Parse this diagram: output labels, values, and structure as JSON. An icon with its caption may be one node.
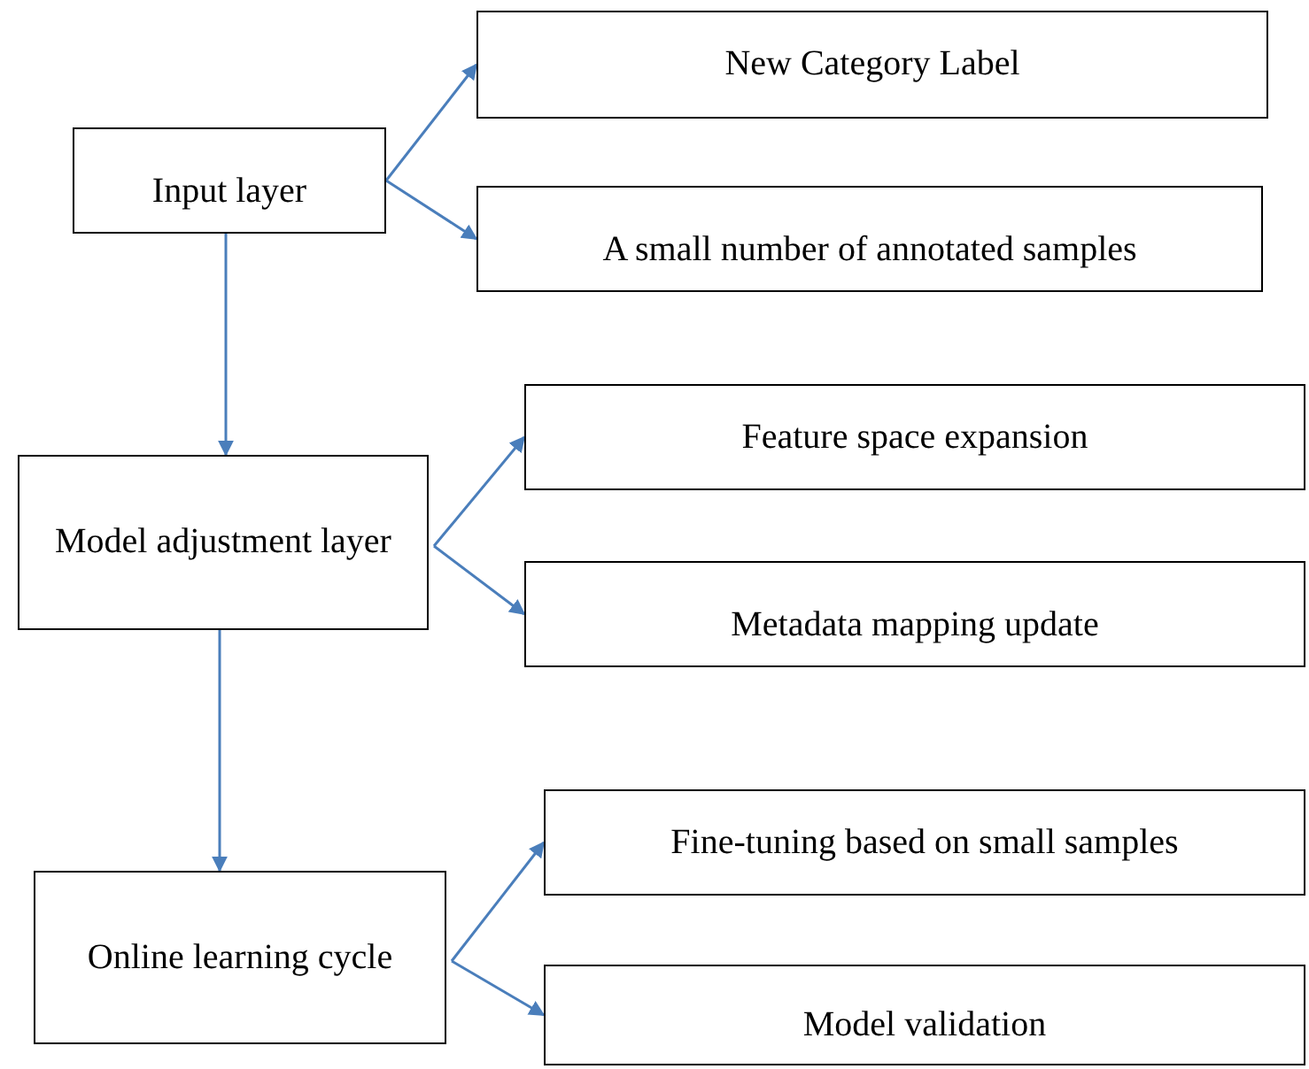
{
  "diagram": {
    "nodes": [
      {
        "text": [
          "Input layer"
        ]
      },
      {
        "text": [
          "New Category Label"
        ]
      },
      {
        "text": [
          "A small number of annotated samples"
        ]
      },
      {
        "text": [
          "Model adjustment layer"
        ]
      },
      {
        "text": [
          "Feature space expansion"
        ]
      },
      {
        "text": [
          "Metadata mapping update"
        ]
      },
      {
        "text": [
          "Online learning cycle"
        ]
      },
      {
        "text": [
          "Fine-tuning based on small samples"
        ]
      },
      {
        "text": [
          "Model validation"
        ]
      }
    ],
    "edges": [
      {
        "from": 0,
        "to": 1,
        "arrow": "to"
      },
      {
        "from": 0,
        "to": 2,
        "arrow": "to"
      },
      {
        "from": 0,
        "to": 3,
        "arrow": "to"
      },
      {
        "from": 3,
        "to": 4,
        "arrow": "to"
      },
      {
        "from": 3,
        "to": 5,
        "arrow": "to"
      },
      {
        "from": 3,
        "to": 6,
        "arrow": "to"
      },
      {
        "from": 6,
        "to": 7,
        "arrow": "to"
      },
      {
        "from": 6,
        "to": 8,
        "arrow": "to"
      }
    ]
  }
}
